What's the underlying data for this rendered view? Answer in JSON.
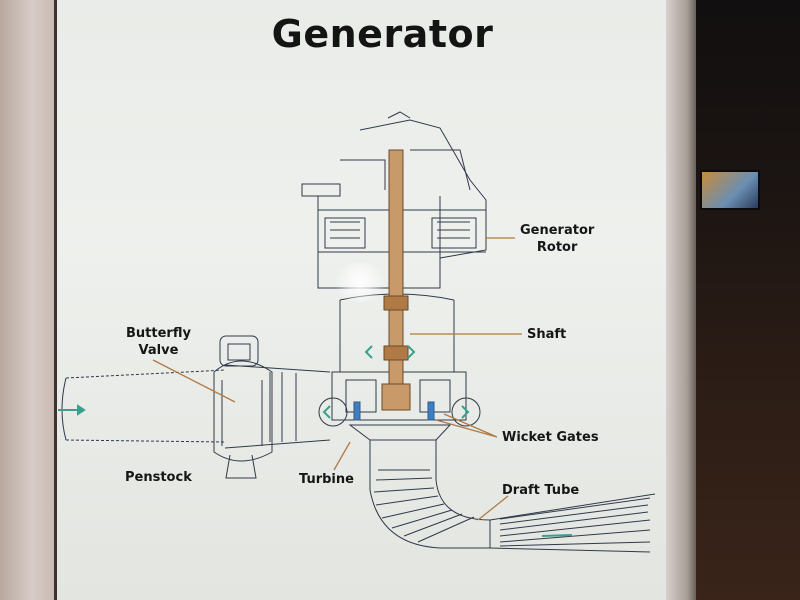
{
  "title": "Generator",
  "labels": {
    "generator_rotor": [
      "Generator",
      "Rotor"
    ],
    "shaft": "Shaft",
    "butterfly_valve": [
      "Butterfly",
      "Valve"
    ],
    "wicket_gates": "Wicket Gates",
    "penstock": "Penstock",
    "turbine": "Turbine",
    "draft_tube": "Draft Tube"
  },
  "colors": {
    "panel": "#eceeeb",
    "line_art": "#2f3a4a",
    "shaft": "#b07a45",
    "leader": "#b07a45",
    "flow_arrow": "#3aa08c",
    "gate_blue": "#3f7fbf"
  }
}
